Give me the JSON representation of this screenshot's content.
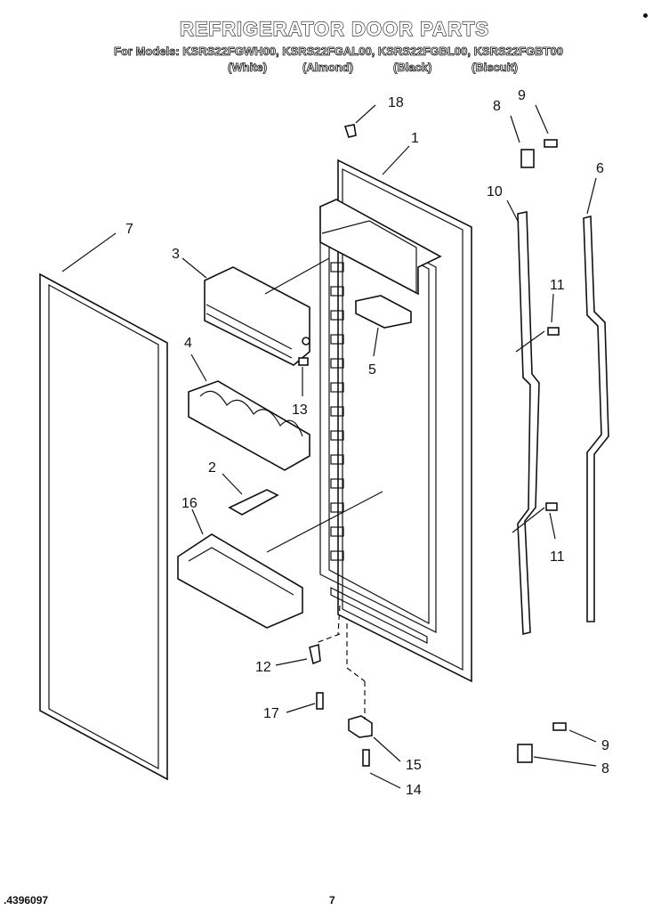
{
  "header": {
    "title": "REFRIGERATOR DOOR PARTS",
    "models_line": "For Models: KSRS22FGWH00, KSRS22FGAL00, KSRS22FGBL00, KSRS22FGBT00",
    "colors": [
      "(White)",
      "(Almond)",
      "(Black)",
      "(Biscuit)"
    ]
  },
  "callouts": [
    "18",
    "1",
    "8",
    "9",
    "6",
    "10",
    "7",
    "3",
    "11",
    "5",
    "4",
    "13",
    "2",
    "16",
    "11",
    "12",
    "17",
    "15",
    "14",
    "9",
    "8"
  ],
  "footer": {
    "doc_number": "4396097",
    "page_number": "7"
  }
}
